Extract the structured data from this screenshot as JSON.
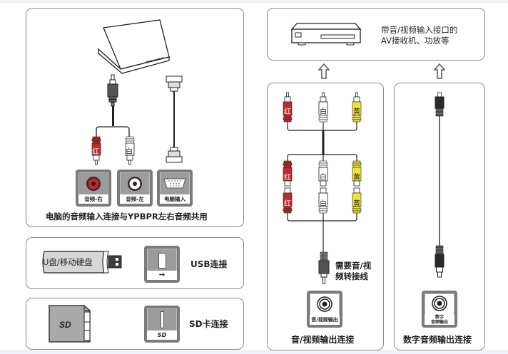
{
  "panels": {
    "pc_audio": {
      "caption": "电脑的音频输入连接与YPBPR左右音频共用",
      "ports": [
        {
          "label": "音频-右",
          "type": "rca-jack",
          "color": "#c1272d"
        },
        {
          "label": "音频-左",
          "type": "rca-jack",
          "color": "#ffffff"
        },
        {
          "label": "电脑输入",
          "type": "vga-port"
        }
      ],
      "plug_labels": {
        "red": "红",
        "white": "白"
      }
    },
    "usb": {
      "device_label": "U盘/移动硬盘",
      "caption": "USB连接"
    },
    "sd": {
      "device_label": "SD",
      "caption": "SD卡连接"
    },
    "av_receiver": {
      "text_line1": "带音/视频输入接口的",
      "text_line2": "AV接收机、功放等"
    },
    "av_out": {
      "plug_labels": {
        "red": "红",
        "white": "白",
        "yellow": "黄"
      },
      "adapter_note_line1": "需要音/视",
      "adapter_note_line2": "频转接线",
      "port_label": "音/视频输出",
      "caption": "音/视频输出连接"
    },
    "digital_out": {
      "port_label_line1": "数字",
      "port_label_line2": "音频输出",
      "caption": "数字音频输出连接"
    }
  },
  "colors": {
    "red": "#c1272d",
    "yellow": "#f2e33a",
    "white": "#ffffff",
    "port_gray": "#7b7b7b",
    "border": "#8a8a8a"
  }
}
